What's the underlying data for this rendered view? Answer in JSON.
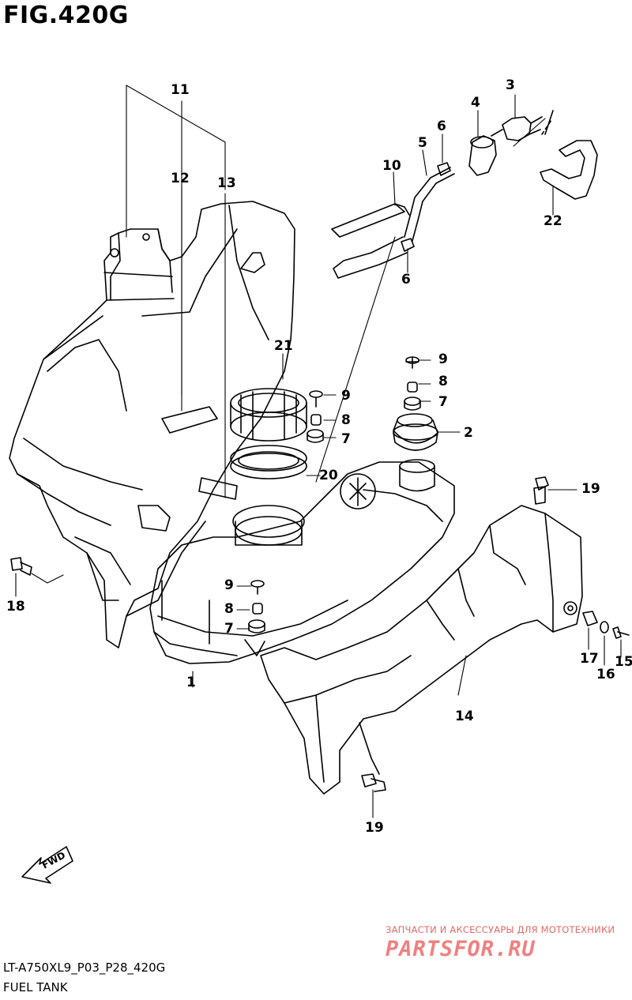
{
  "figure": {
    "title": "FIG.420G"
  },
  "callouts": {
    "c1": "1",
    "c2": "2",
    "c3": "3",
    "c4": "4",
    "c5": "5",
    "c6a": "6",
    "c6b": "6",
    "c7a": "7",
    "c7b": "7",
    "c7c": "7",
    "c8a": "8",
    "c8b": "8",
    "c8c": "8",
    "c9a": "9",
    "c9b": "9",
    "c9c": "9",
    "c10": "10",
    "c11": "11",
    "c12": "12",
    "c13": "13",
    "c14": "14",
    "c15": "15",
    "c16": "16",
    "c17": "17",
    "c18": "18",
    "c19a": "19",
    "c19b": "19",
    "c20": "20",
    "c21": "21",
    "c22": "22"
  },
  "fwd_arrow": {
    "label": "FWD"
  },
  "footer": {
    "code": "LT-A750XL9_P03_P28_420G",
    "name": "FUEL TANK"
  },
  "watermark": {
    "line1": "ЗАПЧАСТИ И АКСЕССУАРЫ ДЛЯ МОТОТЕХНИКИ",
    "line2": "PARTSFOR.RU"
  },
  "colors": {
    "ink": "#000000",
    "watermark": "#f08080"
  }
}
